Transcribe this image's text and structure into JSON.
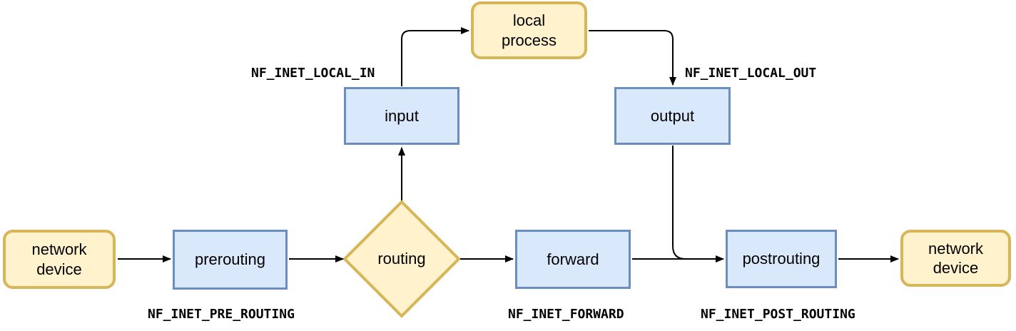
{
  "colors": {
    "background": "#FFFFFF",
    "yellow_fill": "#FFF2CC",
    "yellow_stroke": "#D6B656",
    "blue_fill": "#DAE8FC",
    "blue_stroke": "#6C8EBF",
    "connector": "#000000",
    "text": "#000000"
  },
  "nodes": {
    "network_device_in": {
      "label": "network\ndevice",
      "shape": "rounded-rect"
    },
    "prerouting": {
      "label": "prerouting",
      "shape": "rect"
    },
    "routing": {
      "label": "routing",
      "shape": "diamond"
    },
    "forward": {
      "label": "forward",
      "shape": "rect"
    },
    "postrouting": {
      "label": "postrouting",
      "shape": "rect"
    },
    "network_device_out": {
      "label": "network\ndevice",
      "shape": "rounded-rect"
    },
    "input": {
      "label": "input",
      "shape": "rect"
    },
    "local_process": {
      "label": "local\nprocess",
      "shape": "rounded-rect"
    },
    "output": {
      "label": "output",
      "shape": "rect"
    }
  },
  "hook_labels": {
    "pre_routing": "NF_INET_PRE_ROUTING",
    "local_in": "NF_INET_LOCAL_IN",
    "local_out": "NF_INET_LOCAL_OUT",
    "forward": "NF_INET_FORWARD",
    "post_routing": "NF_INET_POST_ROUTING"
  },
  "edges": [
    "network_device_in -> prerouting",
    "prerouting -> routing",
    "routing -> forward",
    "routing -> input",
    "input -> local_process",
    "local_process -> output",
    "forward -> postrouting",
    "output -> postrouting",
    "postrouting -> network_device_out"
  ]
}
